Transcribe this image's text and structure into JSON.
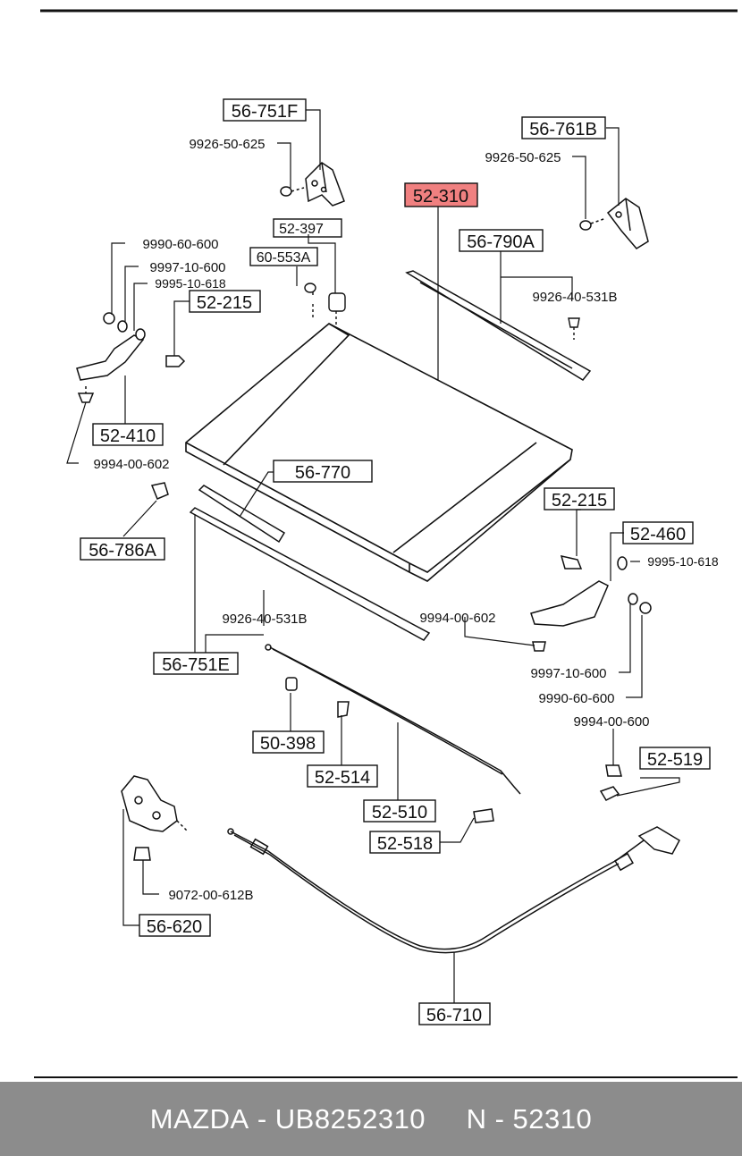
{
  "callouts": {
    "c1": "56-751F",
    "c2": "9926-50-625",
    "c3": "52-397",
    "c4": "60-553A",
    "c5": "56-761B",
    "c6": "9926-50-625",
    "c7": "52-310",
    "c8": "56-790A",
    "c9": "9926-40-531B",
    "c10": "9990-60-600",
    "c11": "9997-10-600",
    "c12": "9995-10-618",
    "c13": "52-215",
    "c14": "52-410",
    "c15": "9994-00-602",
    "c16": "56-770",
    "c17": "56-786A",
    "c18": "52-215",
    "c19": "52-460",
    "c20": "9995-10-618",
    "c21": "9926-40-531B",
    "c22": "9994-00-602",
    "c23": "56-751E",
    "c24": "9997-10-600",
    "c25": "9990-60-600",
    "c26": "9994-00-600",
    "c27": "50-398",
    "c28": "52-514",
    "c29": "52-519",
    "c30": "52-510",
    "c31": "52-518",
    "c32": "9072-00-612B",
    "c33": "56-620",
    "c34": "56-710"
  },
  "highlight_color": "#f08080",
  "footer": {
    "brand": "MAZDA",
    "part_number": "UB8252310",
    "ref": "N - 52310"
  }
}
